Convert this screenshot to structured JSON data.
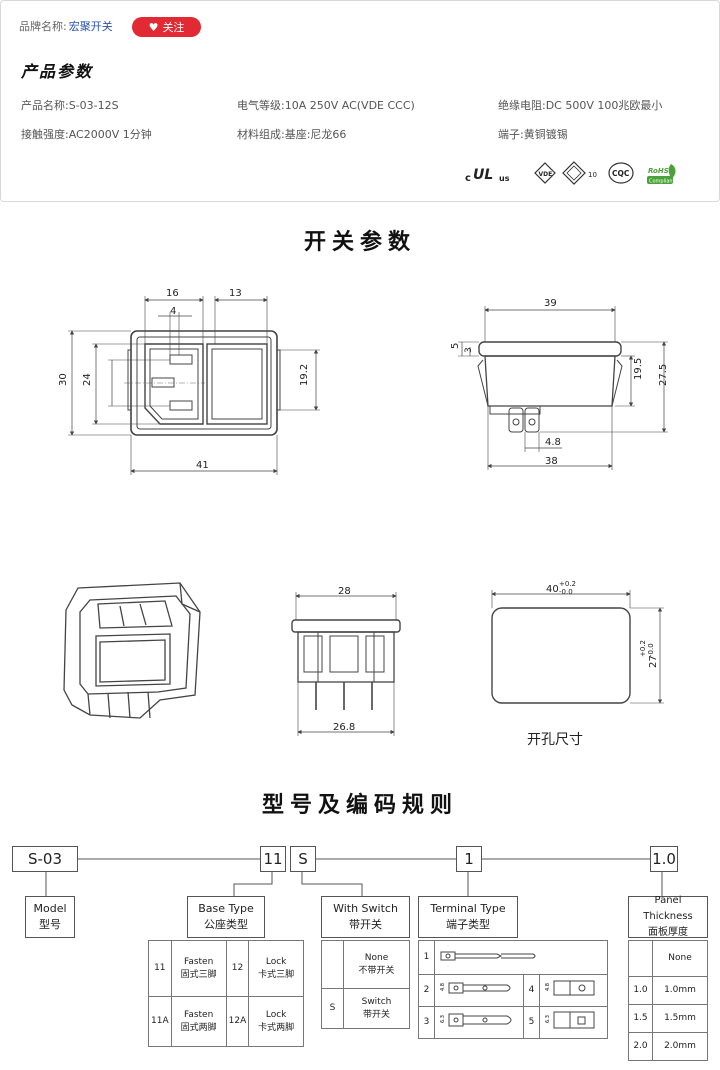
{
  "card": {
    "brand_label": "品牌名称:",
    "brand_value": "宏聚开关",
    "follow_label": "关注",
    "section_title": "产品参数",
    "params": {
      "product_name": "产品名称:S-03-12S",
      "rating": "电气等级:10A  250V AC(VDE CCC)",
      "insulation": "绝缘电阻:DC  500V  100兆欧最小",
      "dielectric": "接触强度:AC2000V  1分钟",
      "material": "材料组成:基座:尼龙66",
      "terminal": "端子:黄铜镀锡"
    },
    "certs": [
      "c UL us",
      "VDE",
      "ENEC 10",
      "CQC",
      "RoHS Compliant"
    ]
  },
  "switch_params_title": "开关参数",
  "dims": {
    "front": {
      "w16": "16",
      "w4": "4",
      "w13": "13",
      "h30": "30",
      "h24": "24",
      "h19_2": "19.2",
      "w41": "41"
    },
    "side": {
      "w39": "39",
      "h5": "5",
      "h3": "3",
      "h19_5": "19.5",
      "h27_5": "27.5",
      "w4_8": "4.8",
      "w38": "38"
    },
    "bottom": {
      "w28": "28",
      "w26_8": "26.8"
    },
    "cutout": {
      "w40": "40",
      "w40_tol_up": "+0.2",
      "w40_tol_dn": "-0.0",
      "h27": "27",
      "h27_tol_up": "+0.2",
      "h27_tol_dn": "-0.0",
      "caption": "开孔尺寸"
    }
  },
  "code_title": "型号及编码规则",
  "code": {
    "s03": "S-03",
    "c11": "11",
    "cs": "S",
    "c1": "1",
    "c10": "1.0"
  },
  "model": {
    "en": "Model",
    "cn": "型号"
  },
  "base_type": {
    "en": "Base Type",
    "cn": "公座类型",
    "rows": [
      {
        "code_a": "11",
        "a_en": "Fasten",
        "a_cn": "固式三脚",
        "code_b": "12",
        "b_en": "Lock",
        "b_cn": "卡式三脚"
      },
      {
        "code_a": "11A",
        "a_en": "Fasten",
        "a_cn": "固式两脚",
        "code_b": "12A",
        "b_en": "Lock",
        "b_cn": "卡式两脚"
      }
    ]
  },
  "with_switch": {
    "en": "With Switch",
    "cn": "带开关",
    "rows": [
      {
        "code": "",
        "en": "None",
        "cn": "不带开关"
      },
      {
        "code": "S",
        "en": "Switch",
        "cn": "带开关"
      }
    ]
  },
  "terminal_type": {
    "en": "Terminal Type",
    "cn": "端子类型",
    "rows": [
      {
        "code": "1"
      },
      {
        "code": "2",
        "code_b": "4"
      },
      {
        "code": "3",
        "code_b": "5"
      }
    ],
    "dim_2": "4.8",
    "dim_4": "4.8",
    "dim_3": "6.3",
    "dim_5": "6.3"
  },
  "panel": {
    "en": "Panel Thickness",
    "cn": "面板厚度",
    "rows": [
      {
        "code": "",
        "val": "None"
      },
      {
        "code": "1.0",
        "val": "1.0mm"
      },
      {
        "code": "1.5",
        "val": "1.5mm"
      },
      {
        "code": "2.0",
        "val": "2.0mm"
      }
    ]
  },
  "colors": {
    "accent": "#e12a34",
    "brand": "#2a54a8",
    "line": "#444444"
  }
}
